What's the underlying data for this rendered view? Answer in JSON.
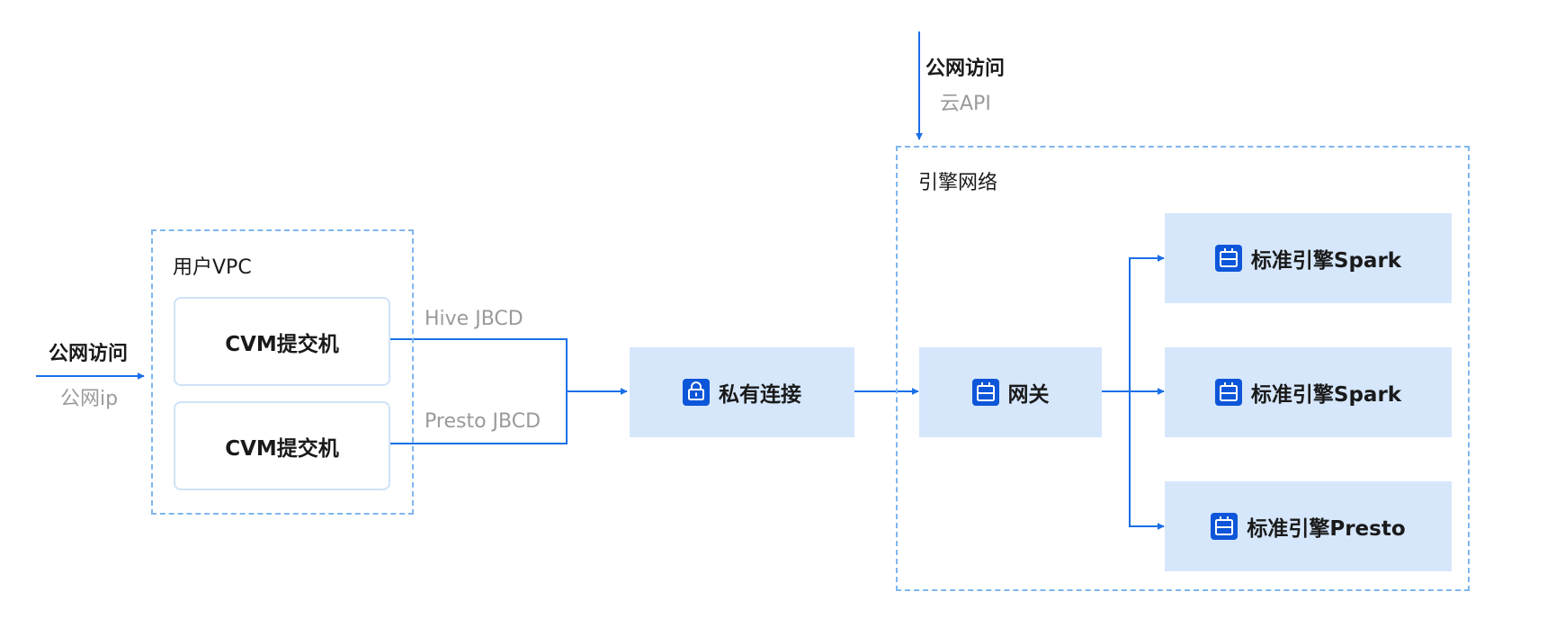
{
  "user_side": {
    "access_title": "公网访问",
    "access_sub": "公网ip"
  },
  "user_vpc": {
    "title": "用户VPC",
    "machines": [
      "CVM提交机",
      "CVM提交机"
    ]
  },
  "connections": {
    "hive": "Hive JBCD",
    "presto": "Presto JBCD"
  },
  "private_link": {
    "label": "私有连接",
    "icon": "lock-icon"
  },
  "top_access": {
    "title": "公网访问",
    "sub": "云API"
  },
  "engine_network": {
    "title": "引擎网络",
    "gateway": {
      "label": "网关",
      "icon": "gateway-icon"
    },
    "engines": [
      {
        "label": "标准引擎Spark",
        "icon": "engine-icon"
      },
      {
        "label": "标准引擎Spark",
        "icon": "engine-icon"
      },
      {
        "label": "标准引擎Presto",
        "icon": "engine-icon"
      }
    ]
  },
  "colors": {
    "accent": "#1a6fe8",
    "node_fill": "#d6e7fc",
    "region_border": "#7fb6ee",
    "card_border": "#cfe2f7",
    "icon_fill": "#0d56d9"
  }
}
